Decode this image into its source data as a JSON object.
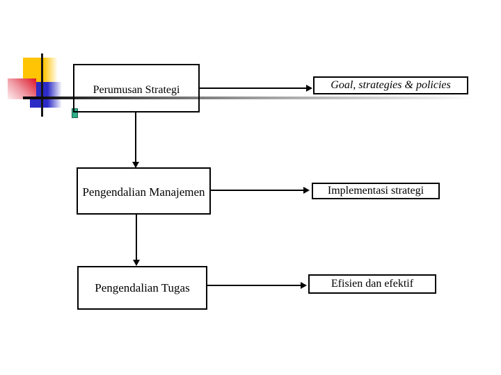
{
  "slide": {
    "background_color": "#ffffff",
    "decoration": {
      "yellow_square_color": "#FFC404",
      "red_square_color": "#DE1428",
      "blue_square_color": "#2D2BC5",
      "crossing_lines_color": "#161616",
      "selection_handle_color": "#2FB08A"
    },
    "diagram": {
      "left_column": [
        {
          "label": "Perumusan Strategi"
        },
        {
          "label": "Pengendalian Manajemen"
        },
        {
          "label": "Pengendalian Tugas"
        }
      ],
      "right_column": [
        {
          "label": "Goal, strategies & policies"
        },
        {
          "label": "Implementasi strategi"
        },
        {
          "label": "Efisien dan efektif"
        }
      ]
    }
  }
}
